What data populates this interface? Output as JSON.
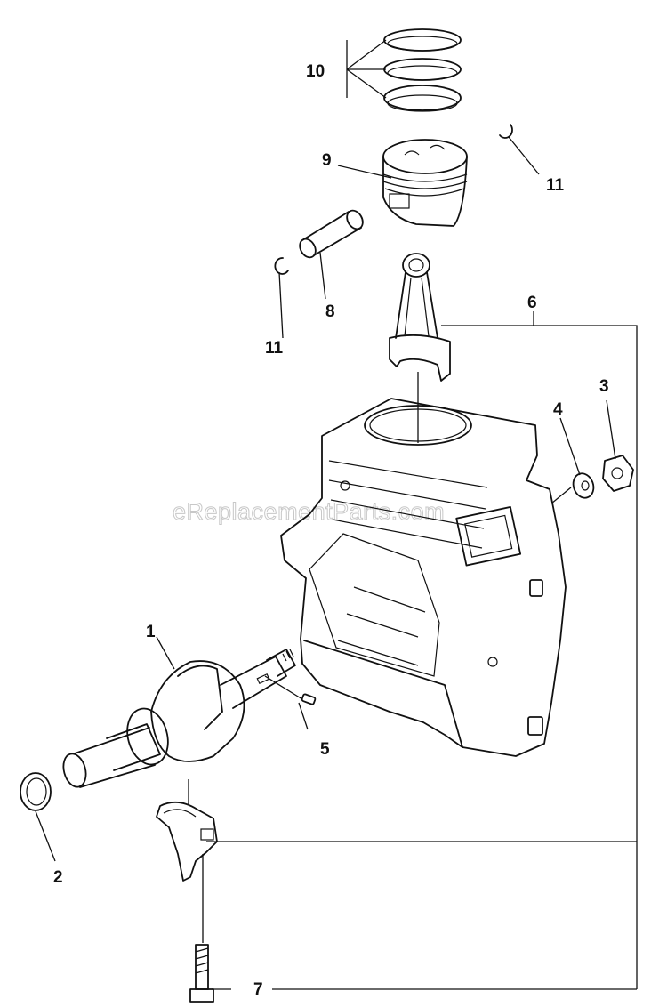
{
  "watermark": "eReplacementParts.com",
  "callouts": {
    "c1": "1",
    "c2": "2",
    "c3": "3",
    "c4": "4",
    "c5": "5",
    "c6": "6",
    "c7": "7",
    "c8": "8",
    "c9": "9",
    "c10": "10",
    "c11a": "11",
    "c11b": "11"
  }
}
